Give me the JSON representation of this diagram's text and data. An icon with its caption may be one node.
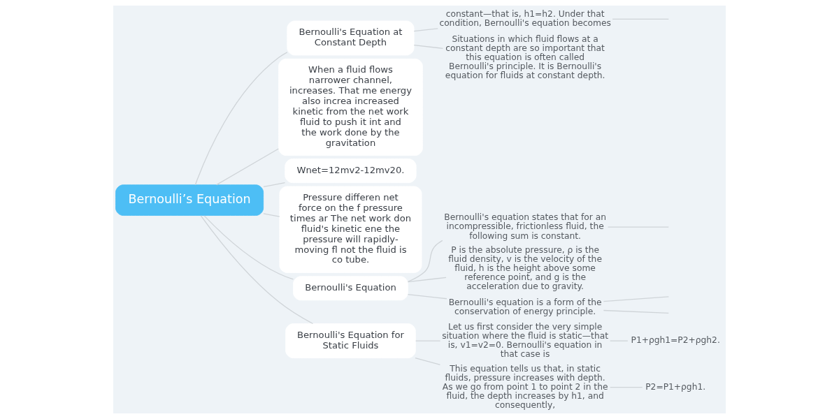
{
  "diagram": {
    "nodes": [
      {
        "text": [
          "Bernoulli’s Equation"
        ]
      },
      {
        "text": [
          "Bernoulli's Equation at Constant Depth"
        ]
      },
      {
        "text": [
          "constant—that is, h1=h2. Under that condition, Bernoulli's equation becomes"
        ]
      },
      {
        "text": [
          "Situations in which fluid flows at a constant depth are so important that this equation is often called Bernoulli's principle. It is Bernoulli's equation for fluids at constant depth."
        ]
      },
      {
        "text": [
          "When a fluid flows narrower channel, increases. That me energy also increa increased kinetic from the net work fluid to push it int and the work done by the gravitation"
        ]
      },
      {
        "text": [
          "Wnet=12mv2-12mv20."
        ]
      },
      {
        "text": [
          "Pressure differen net force on the f pressure times ar The net work don fluid's kinetic ene the pressure will rapidly-moving fl not the fluid is co tube."
        ]
      },
      {
        "text": [
          "Bernoulli's Equation"
        ]
      },
      {
        "text": [
          "Bernoulli's equation states that for an incompressible, frictionless fluid, the following sum is constant."
        ]
      },
      {
        "text": [
          "P is the absolute pressure, ρ is the fluid density, v is the velocity of the fluid, h is the height above some reference point, and g is the acceleration due to gravity."
        ]
      },
      {
        "text": [
          "Bernoulli's equation is a form of the conservation of energy principle."
        ]
      },
      {
        "text": [
          "Bernoulli's Equation for Static Fluids"
        ]
      },
      {
        "text": [
          "Let us first consider the very simple situation where the fluid is static—that is, v1=v2=0. Bernoulli's equation in that case is"
        ]
      },
      {
        "text": [
          "P1+ρgh1=P2+ρgh2."
        ]
      },
      {
        "text": [
          "This equation tells us that, in static fluids, pressure increases with depth. As we go from point 1 to point 2 in the fluid, the depth increases by h1, and consequently,"
        ]
      },
      {
        "text": [
          "P2=P1+ρgh1."
        ]
      }
    ],
    "edges": [
      {
        "from": 0,
        "to": 1,
        "arrow": "none"
      },
      {
        "from": 1,
        "to": 2,
        "arrow": "none"
      },
      {
        "from": 2,
        "to": null,
        "arrow": "none"
      },
      {
        "from": 1,
        "to": 3,
        "arrow": "none"
      },
      {
        "from": 0,
        "to": 4,
        "arrow": "none"
      },
      {
        "from": 0,
        "to": 5,
        "arrow": "none"
      },
      {
        "from": 0,
        "to": 6,
        "arrow": "none"
      },
      {
        "from": 0,
        "to": 7,
        "arrow": "none"
      },
      {
        "from": 7,
        "to": 8,
        "arrow": "none"
      },
      {
        "from": 8,
        "to": null,
        "arrow": "none"
      },
      {
        "from": 7,
        "to": 9,
        "arrow": "none"
      },
      {
        "from": 7,
        "to": 10,
        "arrow": "none"
      },
      {
        "from": 10,
        "to": null,
        "arrow": "none"
      },
      {
        "from": 10,
        "to": null,
        "arrow": "none"
      },
      {
        "from": 0,
        "to": 11,
        "arrow": "none"
      },
      {
        "from": 11,
        "to": 12,
        "arrow": "none"
      },
      {
        "from": 12,
        "to": 13,
        "arrow": "none"
      },
      {
        "from": 11,
        "to": 14,
        "arrow": "none"
      },
      {
        "from": 14,
        "to": 15,
        "arrow": "none"
      }
    ]
  }
}
